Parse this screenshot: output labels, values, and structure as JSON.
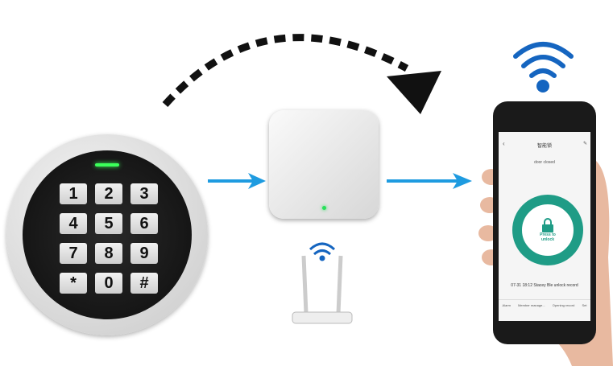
{
  "keypad": {
    "keys": [
      "1",
      "2",
      "3",
      "4",
      "5",
      "6",
      "7",
      "8",
      "9",
      "*",
      "0",
      "#"
    ]
  },
  "phone": {
    "title": "智能锁",
    "status": "door closed",
    "button": "Press to unlock",
    "record": "07-31 18:12 Stacey Ble unlock record",
    "tabs": [
      "Alarm",
      "Member manage...",
      "Opening record",
      "Set"
    ]
  },
  "colors": {
    "arrow": "#1e9be0",
    "lock": "#1f9c86",
    "wifi": "#1565c0"
  }
}
